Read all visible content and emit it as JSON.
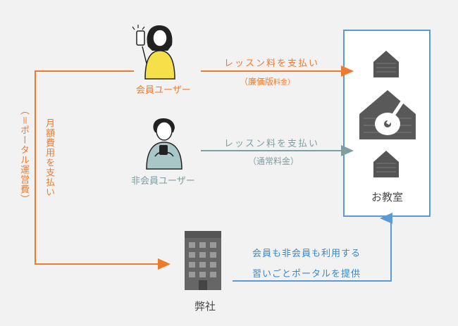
{
  "member_user": {
    "label": "会員ユーザー",
    "arrow_top": "レッスン料を支払い",
    "arrow_bottom": "（廉価版",
    "arrow_bottom_small": "料金）"
  },
  "nonmember_user": {
    "label": "非会員ユーザー",
    "arrow_top": "レッスン料を支払い",
    "arrow_bottom": "（通常料金）"
  },
  "left_flow": {
    "monthly": "月額費用を支払い",
    "paren": "（＝ポータル運営費）"
  },
  "company": {
    "label": "弊社",
    "text_line1": "会員も非会員も利用する",
    "text_line2": "習いごとポータルを提供"
  },
  "classroom": {
    "label": "お教室"
  },
  "colors": {
    "orange": "#ec7b2e",
    "teal": "#7f9ea2",
    "blue": "#3b86c8",
    "box_border": "#5b9bd5",
    "box_fill": "#ffffff"
  },
  "icons": [
    "smartphone-icon",
    "house-icon",
    "guitar-house-icon",
    "office-building-icon"
  ]
}
